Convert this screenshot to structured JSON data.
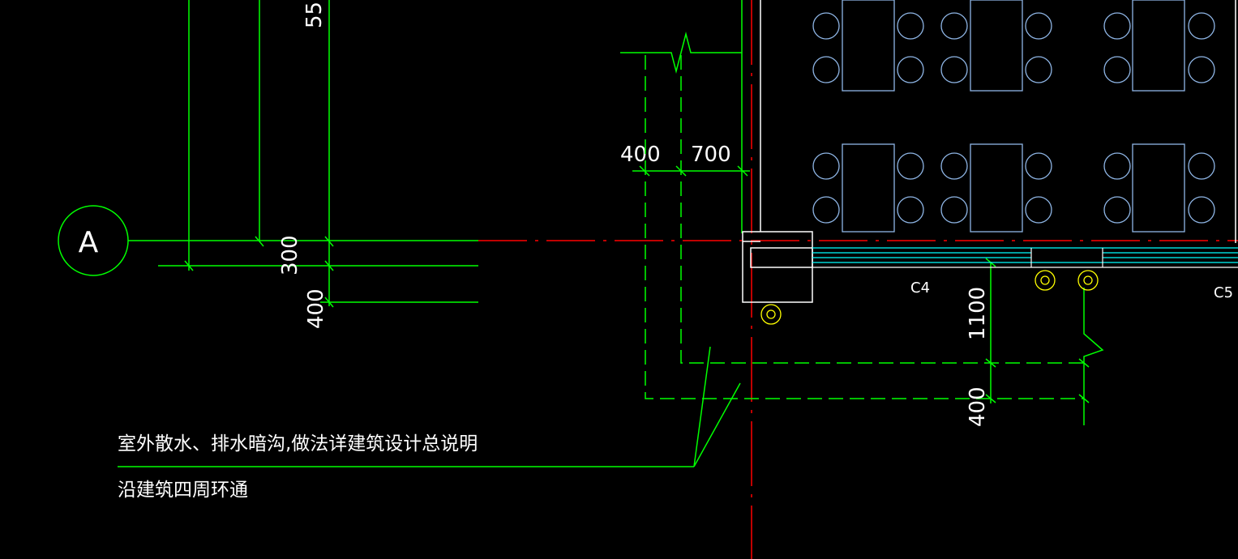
{
  "drawing": {
    "axis_label": "A",
    "dimensions": {
      "top_left": "55",
      "left_300": "300",
      "left_400": "400",
      "mid_400": "400",
      "mid_700": "700",
      "right_1100": "1100",
      "right_400": "400"
    },
    "windows": [
      "C4",
      "C5"
    ],
    "notes": [
      "室外散水、排水暗沟,做法详建筑设计总说明",
      "沿建筑四周环通"
    ]
  },
  "colors": {
    "background": "#000000",
    "green": "#00ff00",
    "red": "#ff0000",
    "cyan": "#00ffff",
    "furniture": "#8fb6e6",
    "yellow": "#ffff00",
    "white": "#ffffff"
  }
}
